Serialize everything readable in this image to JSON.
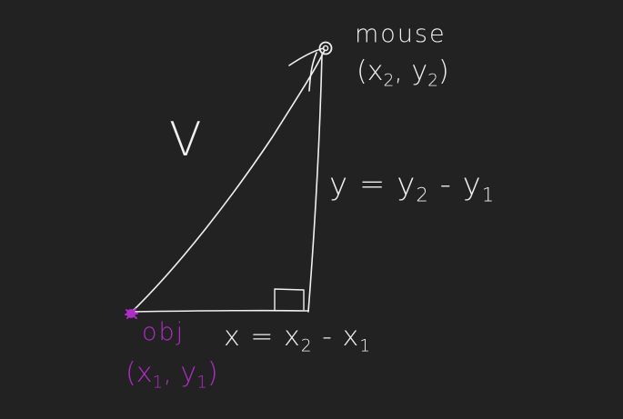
{
  "colors": {
    "background": "#222222",
    "ink": "#f0f0f0",
    "object": "#b02cc6"
  },
  "points": {
    "mouse": {
      "name": "mouse",
      "coords_open": "(x",
      "coords_sub1": "2",
      "coords_mid": ", y",
      "coords_sub2": "2",
      "coords_close": ")"
    },
    "object": {
      "name": "obj",
      "coords_open": "(x",
      "coords_sub1": "1",
      "coords_mid": ", y",
      "coords_sub2": "1",
      "coords_close": ")"
    }
  },
  "labels": {
    "vector": "V",
    "vertical": {
      "lhs": "y = y",
      "sub1": "2",
      "mid": " - y",
      "sub2": "1"
    },
    "horizontal": {
      "lhs": "x = x",
      "sub1": "2",
      "mid": " - x",
      "sub2": "1"
    }
  }
}
